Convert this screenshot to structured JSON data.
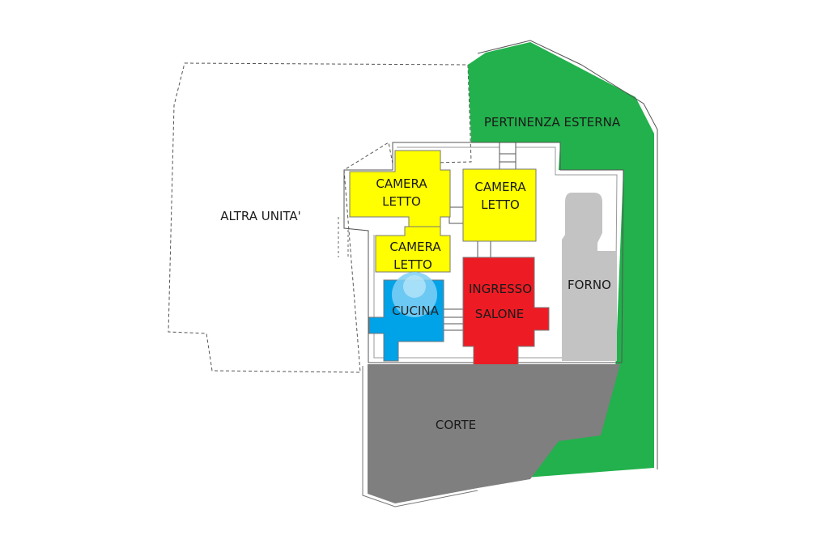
{
  "plan": {
    "labels": {
      "altra_unita": "ALTRA UNITA'",
      "pertinenza": "PERTINENZA ESTERNA",
      "camera1_line1": "CAMERA",
      "camera1_line2": "LETTO",
      "camera2_line1": "CAMERA",
      "camera2_line2": "LETTO",
      "camera3_line1": "CAMERA",
      "camera3_line2": "LETTO",
      "ingresso_line1": "INGRESSO",
      "ingresso_line2": "SALONE",
      "cucina": "CUCINA",
      "forno": "FORNO",
      "corte": "CORTE"
    },
    "colors": {
      "green": "#22b14c",
      "yellow": "#ffff00",
      "red": "#ed1c24",
      "blue": "#00a2e8",
      "light_gray": "#c3c3c3",
      "dark_gray": "#7f7f7f",
      "outline": "#555555"
    }
  }
}
